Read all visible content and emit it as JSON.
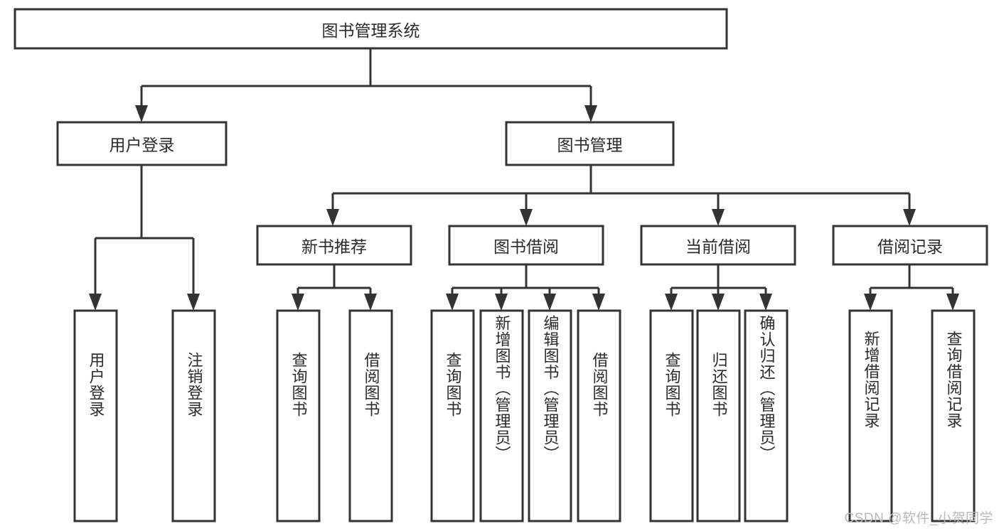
{
  "diagram": {
    "type": "tree",
    "title": "图书管理系统",
    "orientation": "top-down",
    "colors": {
      "box_fill": "#ffffff",
      "box_stroke": "#333333",
      "text": "#2b2b2b",
      "background": "#ffffff",
      "watermark": "#b9b9b9"
    },
    "root": {
      "label": "图书管理系统"
    },
    "level1": [
      {
        "label": "用户登录"
      },
      {
        "label": "图书管理"
      }
    ],
    "level2": [
      {
        "label": "新书推荐"
      },
      {
        "label": "图书借阅"
      },
      {
        "label": "当前借阅"
      },
      {
        "label": "借阅记录"
      }
    ],
    "leaves": {
      "user_login": [
        {
          "label": "用户登录"
        },
        {
          "label": "注销登录"
        }
      ],
      "new_book_recommend": [
        {
          "label": "查询图书"
        },
        {
          "label": "借阅图书"
        }
      ],
      "book_borrow": [
        {
          "label": "查询图书"
        },
        {
          "label": "新增图书（管理员）"
        },
        {
          "label": "编辑图书（管理员）"
        },
        {
          "label": "借阅图书"
        }
      ],
      "current_borrow": [
        {
          "label": "查询图书"
        },
        {
          "label": "归还图书"
        },
        {
          "label": "确认归还（管理员）"
        }
      ],
      "borrow_record": [
        {
          "label": "新增借阅记录"
        },
        {
          "label": "查询借阅记录"
        }
      ]
    }
  },
  "watermark": {
    "text": "CSDN @软件_小贺同学"
  }
}
